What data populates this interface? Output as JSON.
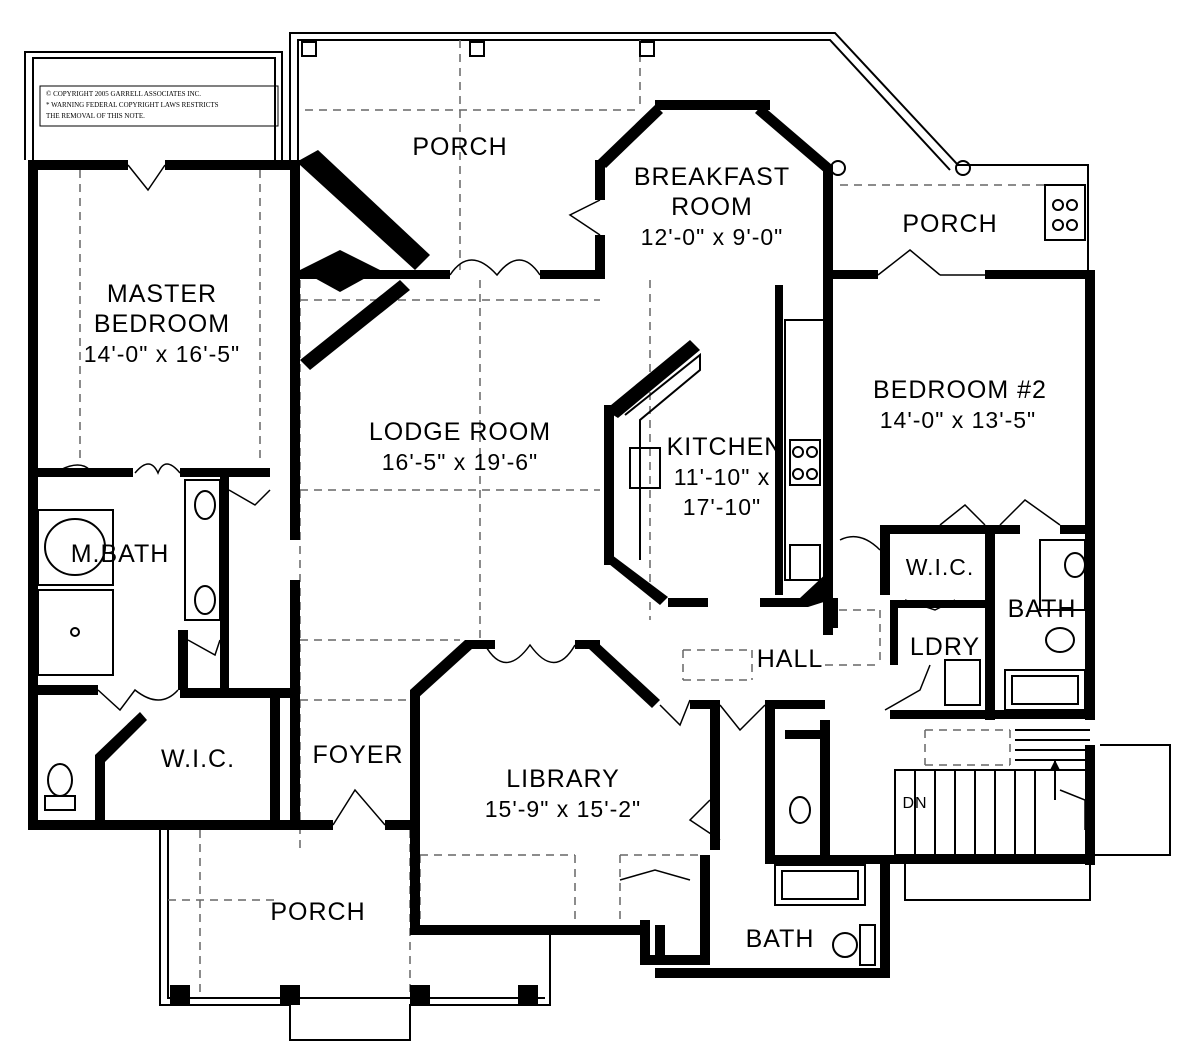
{
  "copyright_note": {
    "line1": "© COPYRIGHT 2005 GARRELL ASSOCIATES INC.",
    "line2": "* WARNING FEDERAL COPYRIGHT LAWS RESTRICTS",
    "line3": "THE REMOVAL OF THIS NOTE."
  },
  "rooms": {
    "porch_top": "PORCH",
    "breakfast_line1": "BREAKFAST",
    "breakfast_line2": "ROOM",
    "breakfast_dims": "12'-0\" x 9'-0\"",
    "porch_right": "PORCH",
    "master_line1": "MASTER",
    "master_line2": "BEDROOM",
    "master_dims": "14'-0\" x 16'-5\"",
    "lodge": "LODGE  ROOM",
    "lodge_dims": "16'-5\" x 19'-6\"",
    "kitchen": "KITCHEN",
    "kitchen_dims1": "11'-10\" x",
    "kitchen_dims2": "17'-10\"",
    "bedroom2": "BEDROOM  #2",
    "bedroom2_dims": "14'-0\" x 13'-5\"",
    "mbath": "M.BATH",
    "wic_right": "W.I.C.",
    "bath_right": "BATH",
    "hall": "HALL",
    "ldry": "LDRY",
    "wic_left": "W.I.C.",
    "foyer": "FOYER",
    "library": "LIBRARY",
    "library_dims": "15'-9\" x 15'-2\"",
    "porch_bottom": "PORCH",
    "bath_bottom": "BATH",
    "stair_dn": "DN"
  }
}
